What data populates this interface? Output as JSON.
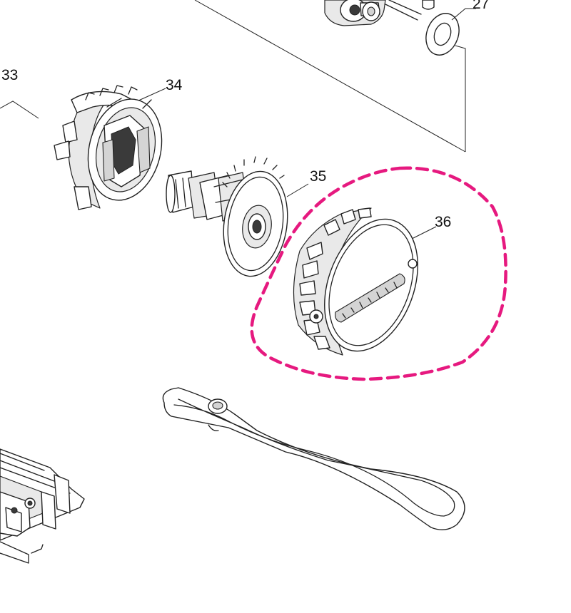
{
  "callouts": {
    "p27": "27",
    "p33": "33",
    "p34": "34",
    "p35": "35",
    "p36": "36"
  },
  "highlight": {
    "color": "#e6197f",
    "style": "dashed",
    "encloses": "36"
  },
  "line_color": "#222222"
}
